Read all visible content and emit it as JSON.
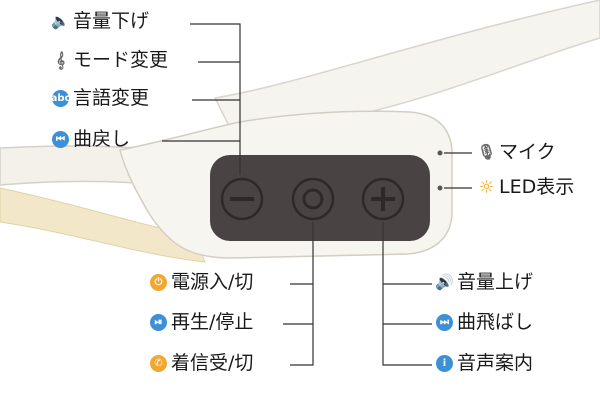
{
  "labels": {
    "volume_down": "音量下げ",
    "mode_change": "モード変更",
    "language_change": "言語変更",
    "previous_track": "曲戻し",
    "microphone": "マイク",
    "led_display": "LED表示",
    "power": "電源入/切",
    "play_pause": "再生/停止",
    "call": "着信受/切",
    "volume_up": "音量上げ",
    "next_track": "曲飛ばし",
    "voice_guide": "音声案内"
  },
  "icons": {
    "volume_down": "speaker-low-icon",
    "mode_change": "music-note-icon",
    "language_change": "abc-icon",
    "previous_track": "rewind-icon",
    "microphone": "microphone-icon",
    "led_display": "sun-icon",
    "power": "power-icon",
    "play_pause": "play-pause-icon",
    "call": "phone-icon",
    "volume_up": "speaker-high-icon",
    "next_track": "fast-forward-icon",
    "voice_guide": "info-icon"
  },
  "colors": {
    "accent_blue": "#3d8fd6",
    "accent_orange": "#f0a830",
    "panel": "#4a4344"
  }
}
